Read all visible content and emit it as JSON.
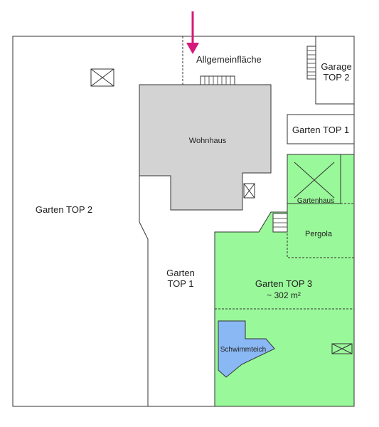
{
  "labels": {
    "allgemeinflaeche": "Allgemeinfläche",
    "garage_line1": "Garage",
    "garage_line2": "TOP 2",
    "garten_top1_box": "Garten TOP 1",
    "wohnhaus": "Wohnhaus",
    "garten_top2": "Garten TOP 2",
    "gartenhaus": "Gartenhaus",
    "pergola": "Pergola",
    "garten_top1_line1": "Garten",
    "garten_top1_line2": "TOP 1",
    "garten_top3_line1": "Garten TOP 3",
    "garten_top3_line2": "~ 302 m²",
    "schwimmteich": "Schwimmteich"
  },
  "colors": {
    "house": "#d3d3d3",
    "garden_top3": "#99f899",
    "pond": "#8ab8f4",
    "arrow": "#d6197c",
    "line": "#333333"
  }
}
